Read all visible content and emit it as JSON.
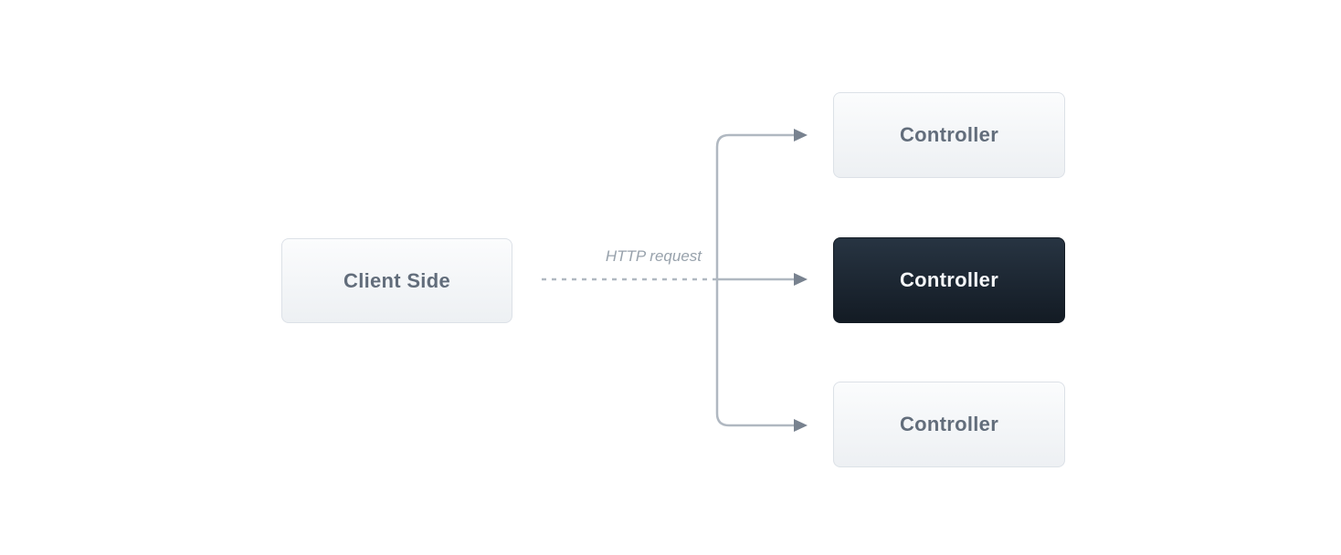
{
  "diagram": {
    "client_box": {
      "label": "Client Side"
    },
    "arrow_label": "HTTP request",
    "controllers": [
      {
        "label": "Controller",
        "variant": "light"
      },
      {
        "label": "Controller",
        "variant": "dark"
      },
      {
        "label": "Controller",
        "variant": "light"
      }
    ],
    "colors": {
      "background": "#ffffff",
      "line": "#b0b8c1",
      "arrowhead": "#78828f",
      "label_text": "#98a2ac",
      "light_box_border": "#dce1e7",
      "light_box_bg_top": "#fbfcfd",
      "light_box_bg_bottom": "#edf0f3",
      "light_box_text": "#626d7b",
      "dark_box_bg_top": "#273442",
      "dark_box_bg_bottom": "#131b24",
      "dark_box_text": "#f6f8fa"
    }
  }
}
